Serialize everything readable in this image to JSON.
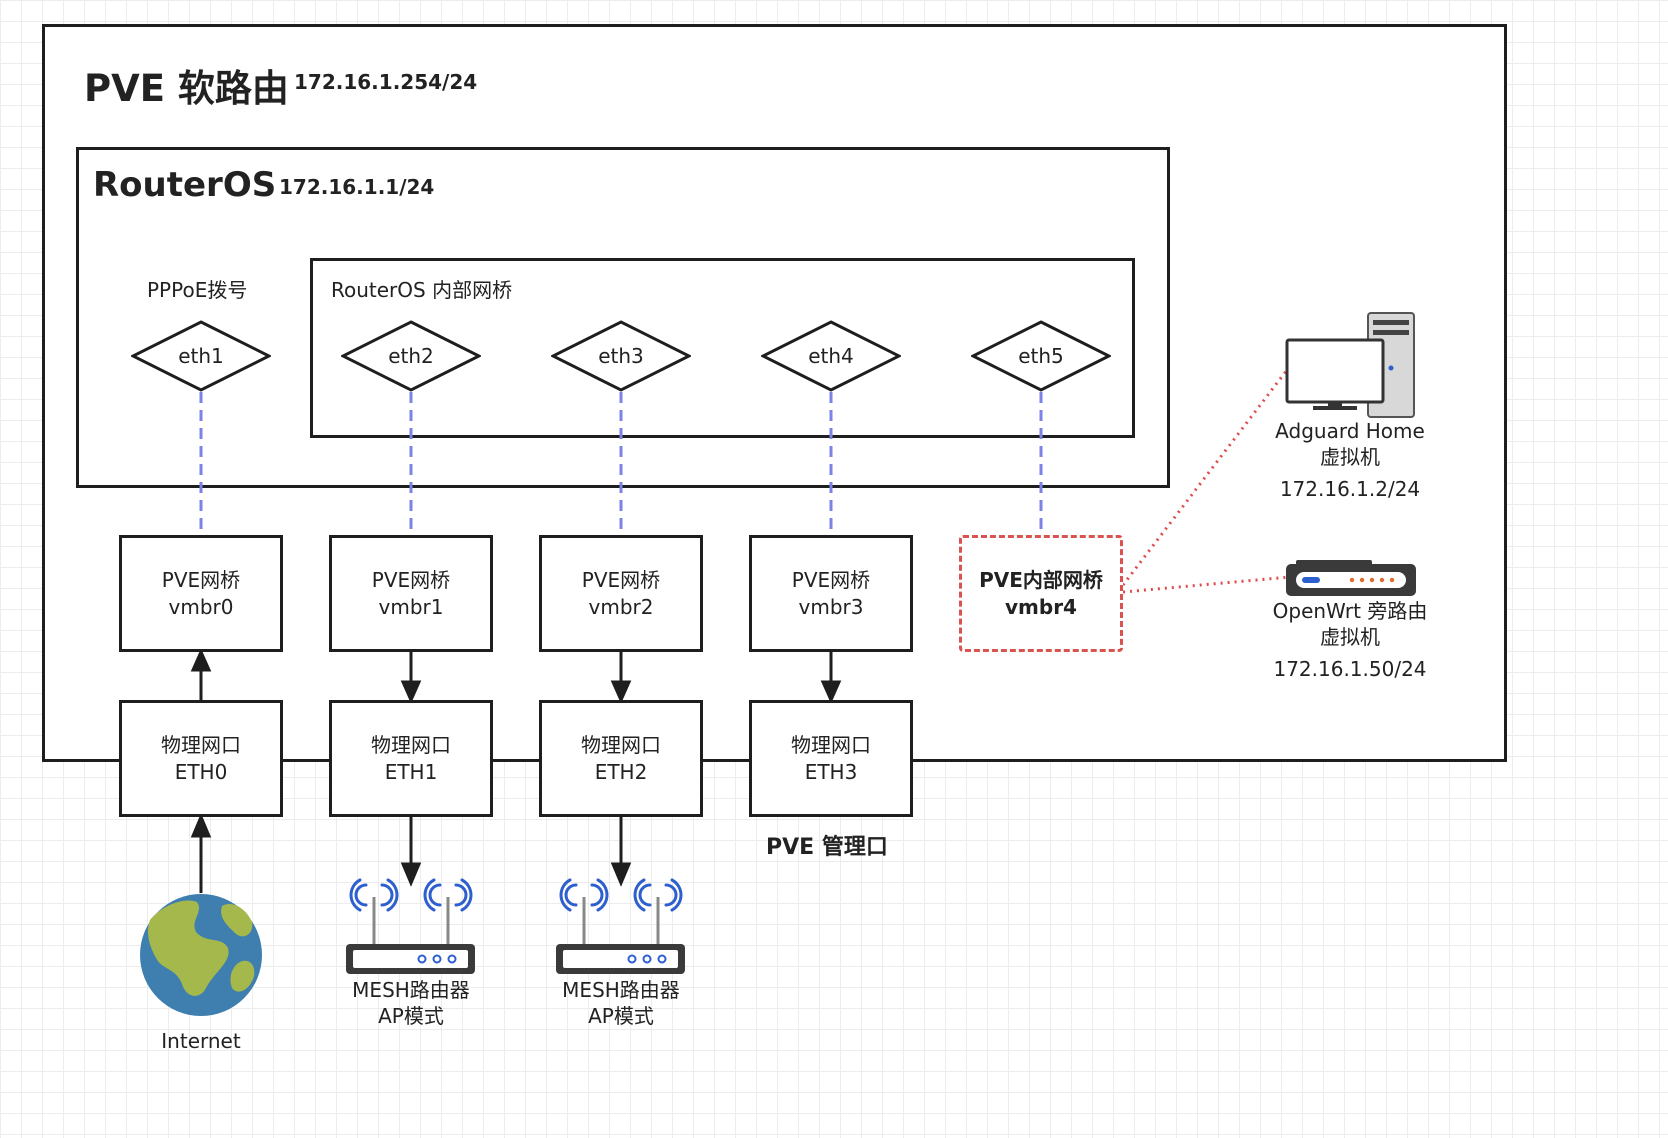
{
  "pve": {
    "title": "PVE 软路由",
    "ip": "172.16.1.254/24"
  },
  "routeros": {
    "title": "RouterOS",
    "ip": "172.16.1.1/24"
  },
  "pppoe_label": "PPPoE拨号",
  "bridge_group_label": "RouterOS 内部网桥",
  "eth_ports": [
    "eth1",
    "eth2",
    "eth3",
    "eth4",
    "eth5"
  ],
  "pve_bridges": [
    {
      "line1": "PVE网桥",
      "line2": "vmbr0"
    },
    {
      "line1": "PVE网桥",
      "line2": "vmbr1"
    },
    {
      "line1": "PVE网桥",
      "line2": "vmbr2"
    },
    {
      "line1": "PVE网桥",
      "line2": "vmbr3"
    },
    {
      "line1": "PVE内部网桥",
      "line2": "vmbr4"
    }
  ],
  "physical_ports": [
    {
      "line1": "物理网口",
      "line2": "ETH0"
    },
    {
      "line1": "物理网口",
      "line2": "ETH1"
    },
    {
      "line1": "物理网口",
      "line2": "ETH2"
    },
    {
      "line1": "物理网口",
      "line2": "ETH3"
    }
  ],
  "pve_mgmt_label": "PVE 管理口",
  "internet_label": "Internet",
  "mesh_routers": [
    {
      "line1": "MESH路由器",
      "line2": "AP模式"
    },
    {
      "line1": "MESH路由器",
      "line2": "AP模式"
    }
  ],
  "adguard": {
    "line1": "Adguard Home",
    "line2": "虚拟机",
    "ip": "172.16.1.2/24"
  },
  "openwrt": {
    "line1": "OpenWrt 旁路由",
    "line2": "虚拟机",
    "ip": "172.16.1.50/24"
  },
  "colors": {
    "link_dashed": "#7b83e6",
    "vm_link": "#e04a4a",
    "highlight_border": "#d9534f",
    "wifi": "#2d5fcf",
    "globe_ocean": "#3f7fb0",
    "globe_land": "#a5b84c"
  }
}
